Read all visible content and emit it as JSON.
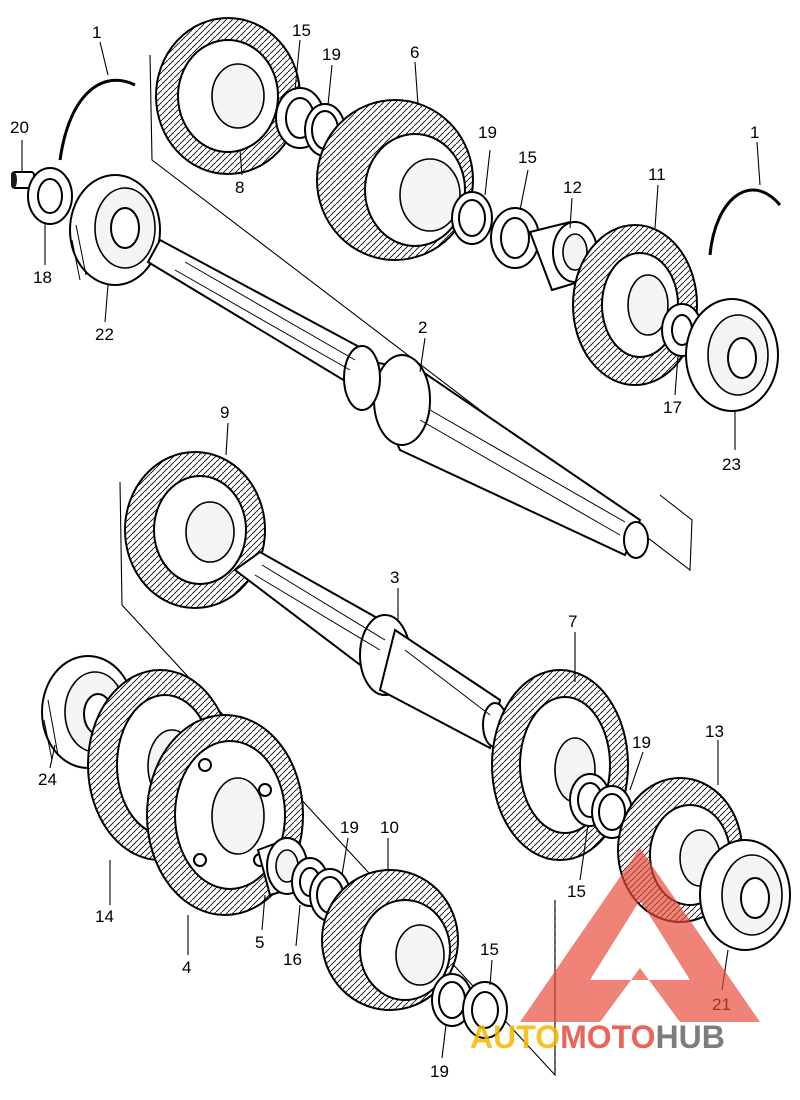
{
  "callouts": {
    "c1a": "1",
    "c15a": "15",
    "c19a": "19",
    "c6": "6",
    "c20": "20",
    "c8": "8",
    "c19b": "19",
    "c15b": "15",
    "c12": "12",
    "c11": "11",
    "c1b": "1",
    "c18": "18",
    "c22": "22",
    "c2": "2",
    "c17": "17",
    "c23": "23",
    "c9": "9",
    "c3": "3",
    "c7": "7",
    "c13": "13",
    "c19c": "19",
    "c24": "24",
    "c15c": "15",
    "c14": "14",
    "c4": "4",
    "c5": "5",
    "c16": "16",
    "c19d": "19",
    "c10": "10",
    "c15d": "15",
    "c21": "21",
    "c19e": "19"
  },
  "watermark": {
    "part1": "AUTO",
    "part2": "MOTO",
    "part3": "HUB",
    "color_auto": "#f5b800",
    "color_moto": "#e84a3a",
    "color_hub": "#666666"
  }
}
